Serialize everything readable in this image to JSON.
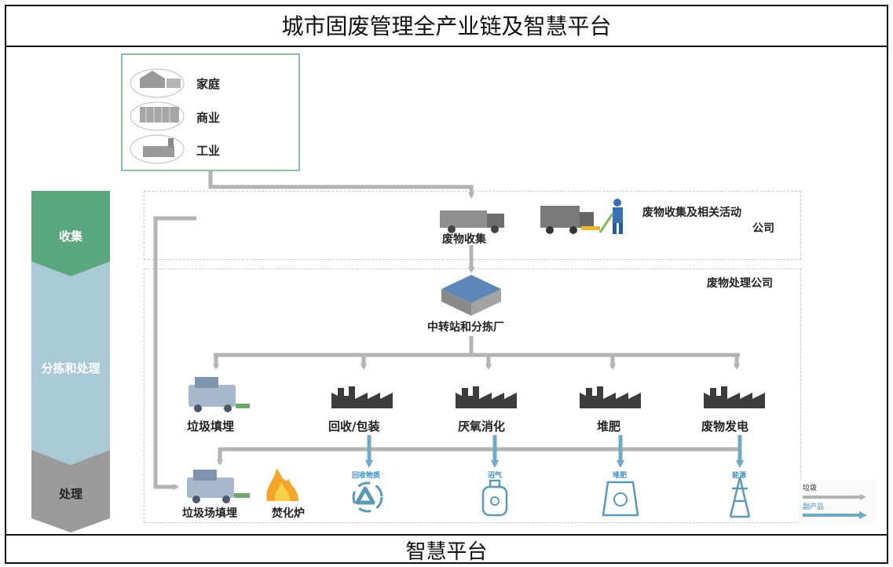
{
  "title": "城市固废管理全产业链及智慧平台",
  "footer": "智慧平台",
  "sources": [
    "家庭",
    "商业",
    "工业"
  ],
  "stages": [
    "收集",
    "分拣和处理",
    "处理"
  ],
  "collection": {
    "node": "废物收集",
    "company": "废物收集及相关活动",
    "company_line2": "公司"
  },
  "processing": {
    "company": "废物处理公司",
    "station": "中转站和分拣厂",
    "branches": [
      "垃圾填埋",
      "回收/包装",
      "厌氧消化",
      "堆肥",
      "废物发电"
    ]
  },
  "final": {
    "landfill": "垃圾场填埋",
    "incinerator": "焚化炉"
  },
  "products": [
    "回收物质",
    "沼气",
    "堆肥",
    "能源"
  ],
  "legend": {
    "waste": "垃圾",
    "byproduct": "副产品"
  },
  "colors": {
    "stage_collect": "#5aa77d",
    "stage_sort": "#a9c9d6",
    "stage_process": "#9b9b9b",
    "waste_arrow": "#b3b3b3",
    "product_arrow": "#6fa9c6",
    "product_text": "#3f8fc4"
  }
}
